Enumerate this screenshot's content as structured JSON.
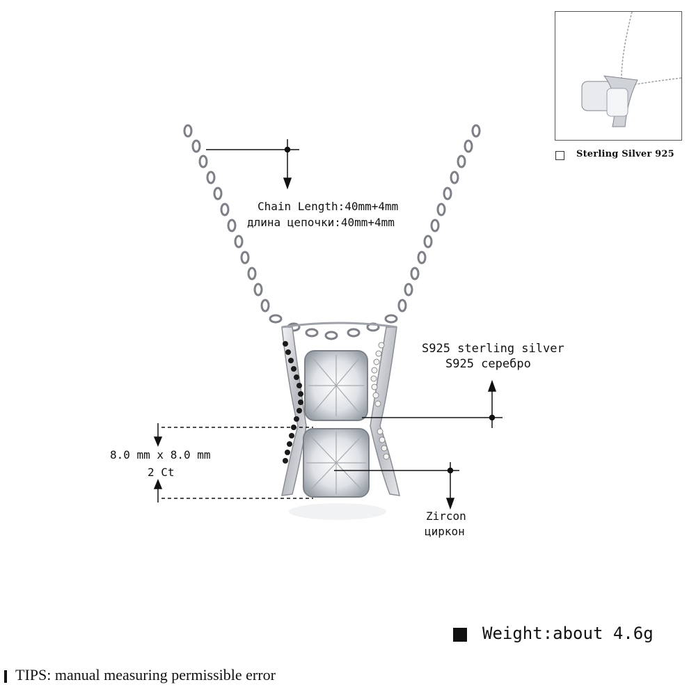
{
  "thumbnail": {
    "option_label": "Sterling Silver 925"
  },
  "annotations": {
    "chain_length_en": "Chain Length:40mm+4mm",
    "chain_length_ru": "длина цепочки:40mm+4mm",
    "material_en": "S925 sterling silver",
    "material_ru": "S925 серебро",
    "size": "8.0 mm x 8.0 mm",
    "carat": "2 Ct",
    "stone_en": "Zircon",
    "stone_ru": "циркон"
  },
  "weight": "Weight:about 4.6g",
  "tips": "TIPS: manual measuring permissible error",
  "colors": {
    "metal": "#c9cbd0",
    "metal_dark": "#8a8d93",
    "black_stone": "#1a1a1a",
    "line": "#111111"
  }
}
